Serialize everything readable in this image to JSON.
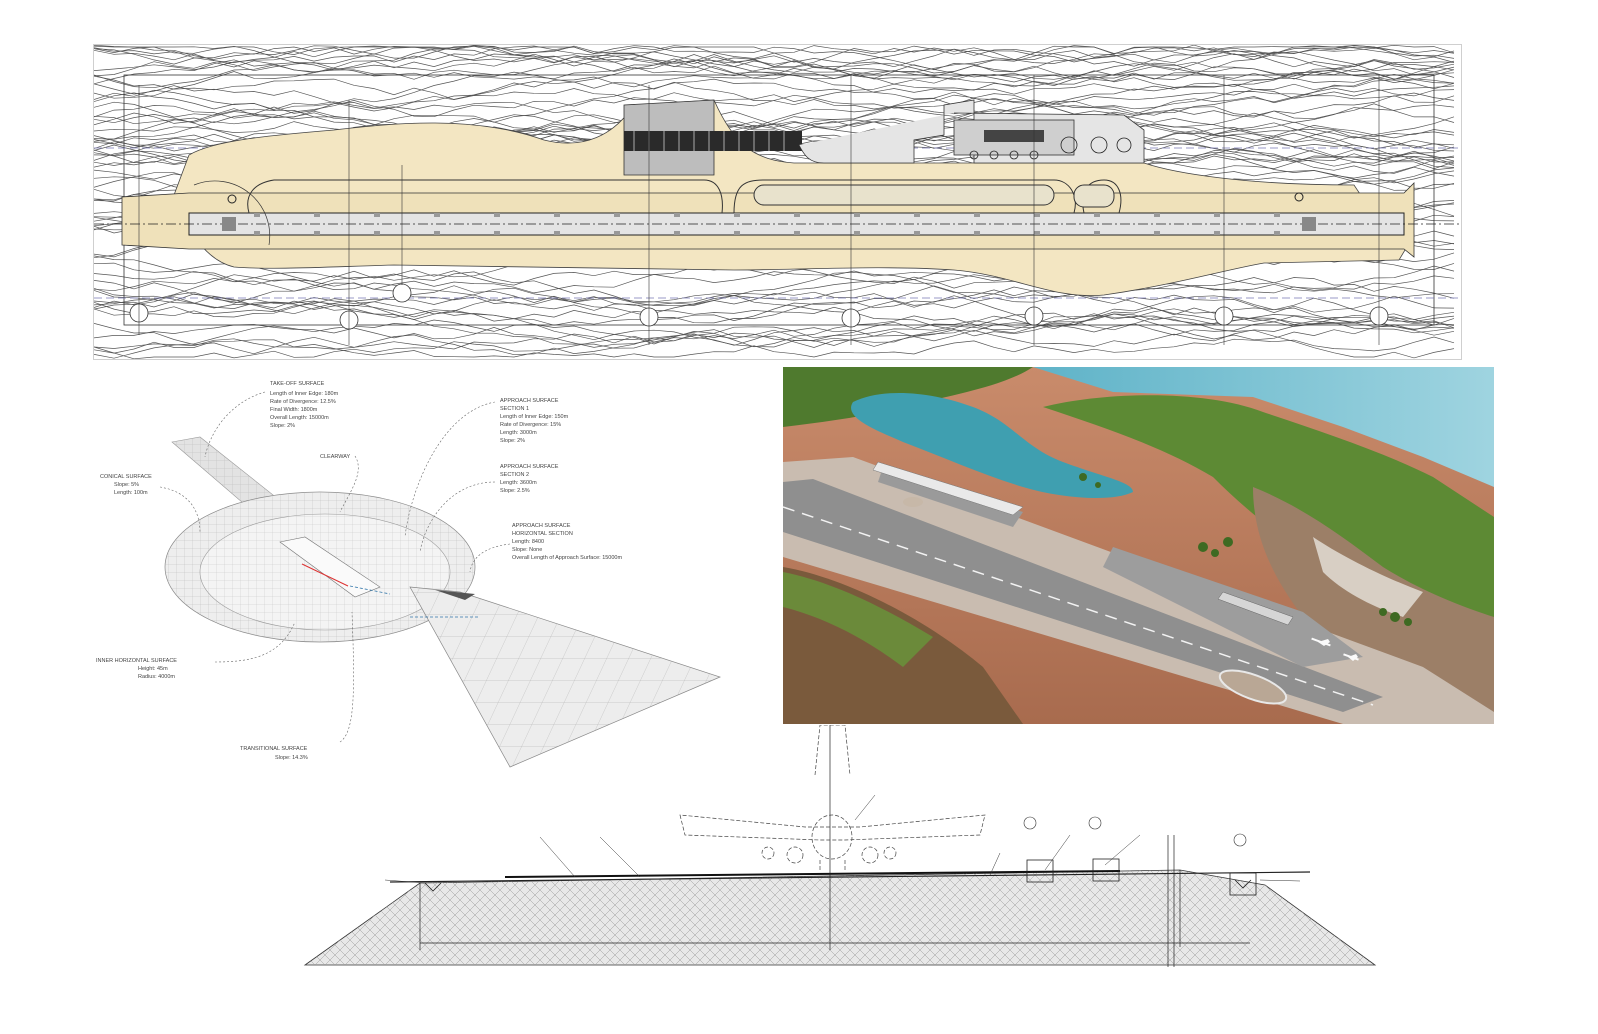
{
  "surfaces": {
    "takeoff": {
      "title": "TAKE-OFF SURFACE",
      "lines": [
        "Length of Inner Edge: 180m",
        "Rate of Divergence: 12.5%",
        "Final Width: 1800m",
        "Overall Length: 15000m",
        "Slope: 2%"
      ]
    },
    "approach1": {
      "title": "APPROACH SURFACE",
      "subtitle": "SECTION 1",
      "lines": [
        "Length of Inner Edge: 150m",
        "Rate of Divergence: 15%",
        "Length: 3000m",
        "Slope: 2%"
      ]
    },
    "clearway": "CLEARWAY",
    "approach2": {
      "title": "APPROACH SURFACE",
      "subtitle": "SECTION 2",
      "lines": [
        "Length: 3600m",
        "Slope: 2.5%"
      ]
    },
    "conical": {
      "title": "CONICAL SURFACE",
      "lines": [
        "Slope: 5%",
        "Length: 100m"
      ]
    },
    "approach_horizontal": {
      "title": "APPROACH SURFACE",
      "subtitle": "HORIZONTAL SECTION",
      "lines": [
        "Length: 8400",
        "Slope: None",
        "Overall Length of Approach Surface: 15000m"
      ]
    },
    "inner_horizontal": {
      "title": "INNER HORIZONTAL SURFACE",
      "lines": [
        "Height: 45m",
        "Radius: 4000m"
      ]
    },
    "transitional": {
      "title": "TRANSITIONAL SURFACE",
      "lines": [
        "Slope: 14.3%"
      ]
    }
  },
  "colors": {
    "fill_area": "#f3e6c2",
    "runway": "#d9d9d9",
    "water": "#3f9fb0",
    "earth": "#b87a5a",
    "vegetation": "#4f7a2e",
    "sea": "#7ec3d6",
    "embankment": "#e8e8e8"
  },
  "icons": [
    "aircraft-icon",
    "compass-marker-icon",
    "section-marker-icon"
  ]
}
